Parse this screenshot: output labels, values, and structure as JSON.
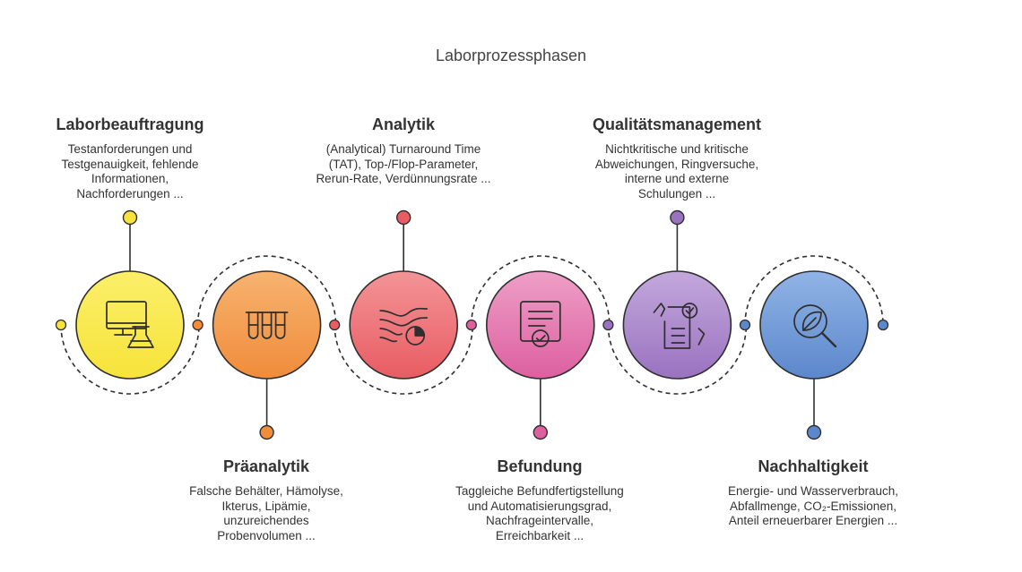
{
  "title": "Laborprozessphasen",
  "stages": [
    {
      "title": "Laborbeauftragung",
      "lines": [
        "Testanforderungen und",
        "Testgenauigkeit, fehlende",
        "Informationen,",
        "Nachforderungen ..."
      ],
      "color": "#f7e33a",
      "color_light": "#fbef6a",
      "icon": "computer-flask-icon"
    },
    {
      "title": "Präanalytik",
      "lines": [
        "Falsche Behälter, Hämolyse,",
        "Ikterus, Lipämie,",
        "unzureichendes",
        "Probenvolumen ..."
      ],
      "color": "#f08c3a",
      "color_light": "#f7b36f",
      "icon": "test-tubes-icon"
    },
    {
      "title": "Analytik",
      "lines": [
        "(Analytical) Turnaround Time",
        "(TAT), Top-/Flop-Parameter,",
        "Rerun-Rate, Verdünnungsrate ..."
      ],
      "color": "#e85c62",
      "color_light": "#f39497",
      "icon": "data-flow-chart-icon"
    },
    {
      "title": "Befundung",
      "lines": [
        "Taggleiche Befundfertigstellung",
        "und Automatisierungsgrad,",
        "Nachfrageintervalle,",
        "Erreichbarkeit ..."
      ],
      "color": "#dd5fa0",
      "color_light": "#ee9fc7",
      "icon": "certificate-check-icon"
    },
    {
      "title": "Qualitätsmanagement",
      "lines": [
        "Nichtkritische und kritische",
        "Abweichungen, Ringversuche,",
        "interne und externe",
        "Schulungen ..."
      ],
      "color": "#9a72bf",
      "color_light": "#c3a8dc",
      "icon": "checklist-hand-icon"
    },
    {
      "title": "Nachhaltigkeit",
      "lines": [
        "Energie- und Wasserverbrauch,",
        "Abfallmenge, CO₂-Emissionen,",
        "Anteil erneuerbarer Energien ..."
      ],
      "color": "#5b87cc",
      "color_light": "#91b4e6",
      "icon": "leaf-magnifier-icon"
    }
  ]
}
